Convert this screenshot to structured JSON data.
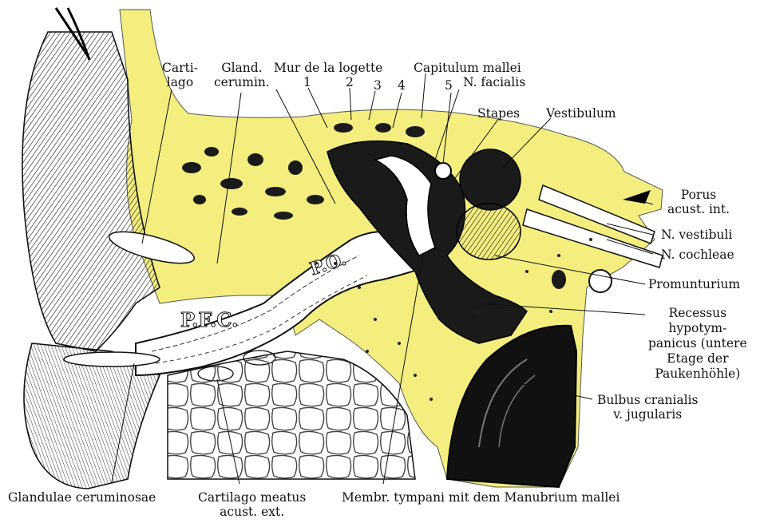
{
  "colors": {
    "bone": "#f3ee7e",
    "ink": "#111111",
    "paper": "#ffffff"
  },
  "labels": {
    "cartilago": [
      "Carti-",
      "lago"
    ],
    "gland_cerumin": [
      "Gland.",
      "cerumin."
    ],
    "mur_logette": "Mur de la logette",
    "numbers": [
      "1",
      "2",
      "3",
      "4",
      "5"
    ],
    "capitulum_mallei": "Capitulum mallei",
    "n_facialis": "N. facialis",
    "stapes": "Stapes",
    "vestibulum": "Vestibulum",
    "porus": [
      "Porus",
      "acust. int."
    ],
    "n_vestibuli": "N. vestibuli",
    "n_cochleae": "N. cochleae",
    "promunturium": "Promunturium",
    "recessus": [
      "Recessus",
      "hypotym-",
      "panicus (untere",
      "Etage der",
      "Paukenhöhle)"
    ],
    "bulbus": [
      "Bulbus cranialis",
      "v. jugularis"
    ],
    "glandulae_ceruminosae": "Glandulae ceruminosae",
    "cartilago_meatus": [
      "Cartilago meatus",
      "acust. ext."
    ],
    "membr_tympani": "Membr. tympani mit dem Manubrium mallei",
    "pfc": "P.F.C.",
    "po": "P.O."
  }
}
